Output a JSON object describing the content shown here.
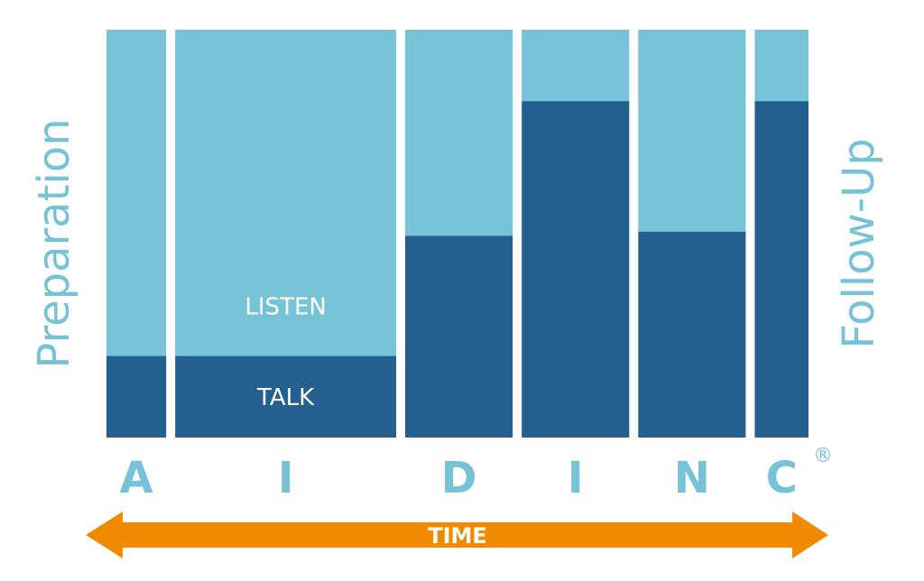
{
  "chart_data": {
    "type": "bar",
    "stacking": "normalized-100",
    "variable_width": true,
    "categories": [
      "A",
      "I",
      "D",
      "I",
      "N",
      "C"
    ],
    "category_widths": [
      1,
      3.7,
      1.8,
      1.8,
      1.8,
      0.9
    ],
    "series": [
      {
        "name": "TALK",
        "values": [
          20,
          20,
          49.5,
          82.5,
          50.5,
          82.5
        ]
      },
      {
        "name": "LISTEN",
        "values": [
          80,
          80,
          50.5,
          17.5,
          49.5,
          17.5
        ]
      }
    ],
    "ylim": [
      0,
      100
    ],
    "grid": false,
    "legend": "inside-bar"
  },
  "labels": {
    "left_axis": "Preparation",
    "right_axis": "Follow-Up",
    "bottom_arrow": "TIME",
    "registered_mark": "®"
  },
  "colors": {
    "listen": "#76c2d6",
    "talk": "#235f8f",
    "arrow": "#f28a00",
    "letters": "#76c2d6",
    "side_text": "#76c2d6",
    "arrow_text": "#ffffff"
  }
}
